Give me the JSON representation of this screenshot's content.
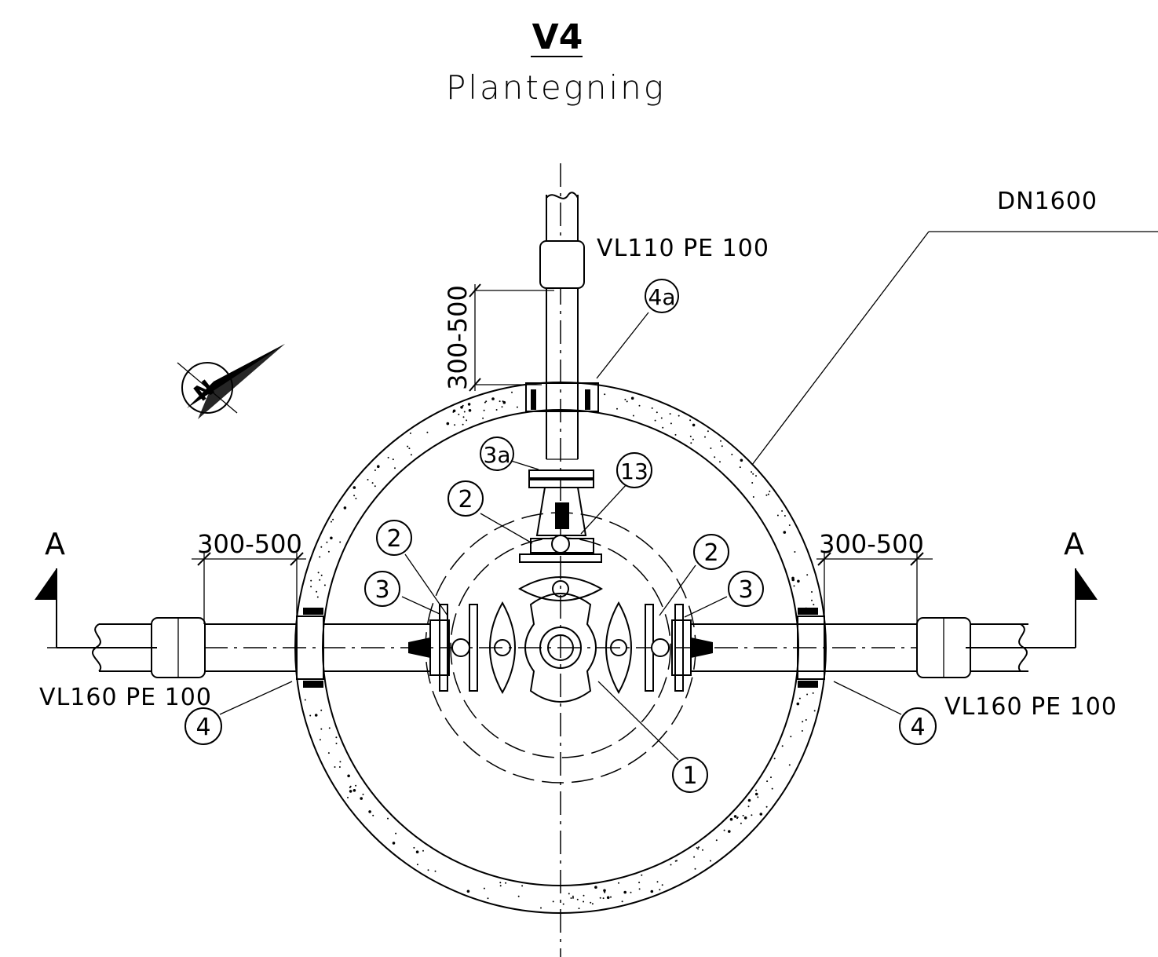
{
  "title": "V4",
  "subtitle": "Plantegning",
  "manhole_label": "DN1600",
  "pipe_labels": {
    "top": "VL110 PE 100",
    "left": "VL160 PE 100",
    "right": "VL160 PE 100"
  },
  "dimensions": {
    "top": "300-500",
    "left": "300-500",
    "right": "300-500"
  },
  "section_marks": {
    "left": "A",
    "right": "A"
  },
  "north_arrow": {
    "letter": "N",
    "icon": "north-arrow-icon"
  },
  "callouts": {
    "c4a": "4a",
    "c3a": "3a",
    "c13": "13",
    "c2_top": "2",
    "c2_left": "2",
    "c2_right": "2",
    "c3_left": "3",
    "c3_right": "3",
    "c4_left": "4",
    "c4_right": "4",
    "c1": "1"
  }
}
